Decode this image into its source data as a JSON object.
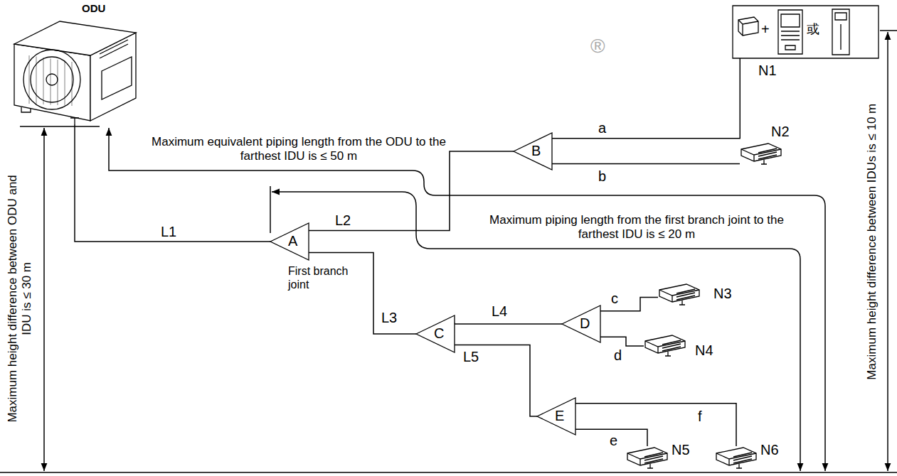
{
  "diagram": {
    "nodes": [
      {
        "text": [
          "ODU"
        ]
      },
      {
        "text": [
          "+",
          "或",
          "N1"
        ]
      },
      {
        "text": [
          "B"
        ]
      },
      {
        "text": [
          "N2"
        ]
      },
      {
        "text": [
          "A"
        ]
      },
      {
        "text": [
          "C"
        ]
      },
      {
        "text": [
          "D"
        ]
      },
      {
        "text": [
          "N3"
        ]
      },
      {
        "text": [
          "N4"
        ]
      },
      {
        "text": [
          "E"
        ]
      },
      {
        "text": [
          "N5"
        ]
      },
      {
        "text": [
          "N6"
        ]
      }
    ],
    "edges": [
      {
        "from": 0,
        "to": 4,
        "arrow": "none",
        "label": "L1"
      },
      {
        "from": 4,
        "to": 2,
        "arrow": "none",
        "label": "L2"
      },
      {
        "from": 2,
        "to": 1,
        "arrow": "none",
        "label": "a"
      },
      {
        "from": 2,
        "to": 3,
        "arrow": "none",
        "label": "b"
      },
      {
        "from": 4,
        "to": 5,
        "arrow": "none",
        "label": "L3"
      },
      {
        "from": 5,
        "to": 6,
        "arrow": "none",
        "label": "L4"
      },
      {
        "from": 5,
        "to": 9,
        "arrow": "none",
        "label": "L5"
      },
      {
        "from": 6,
        "to": 7,
        "arrow": "none",
        "label": "c"
      },
      {
        "from": 6,
        "to": 8,
        "arrow": "none",
        "label": "d"
      },
      {
        "from": 9,
        "to": 10,
        "arrow": "none",
        "label": "e"
      },
      {
        "from": 9,
        "to": 11,
        "arrow": "none",
        "label": "f"
      }
    ],
    "labels": [
      "Maximum equivalent piping length from the ODU to the farthest IDU is ≤ 50 m",
      "Maximum piping length from the first branch joint to the farthest IDU is ≤ 20 m",
      "First branch joint",
      "Maximum height difference between ODU and IDU is ≤ 30 m",
      "Maximum height difference between IDUs is ≤ 10 m",
      "®"
    ]
  }
}
